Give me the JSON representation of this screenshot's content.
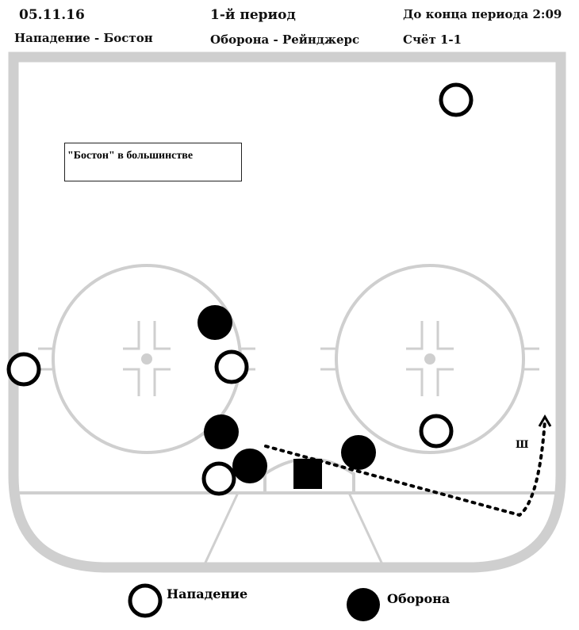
{
  "header": {
    "date": "05.11.16",
    "period": "1-й период",
    "time_left": "До конца периода 2:09",
    "offense": "Нападение - Бостон",
    "defense": "Оборона - Рейнджерс",
    "score": "Счёт 1-1"
  },
  "note": "\"Бостон\" в большинстве",
  "shot_label": "Ш",
  "legend": {
    "offense": "Нападение",
    "defense": "Оборона"
  },
  "colors": {
    "rink": "#cfcfcf",
    "player": "#000000"
  }
}
